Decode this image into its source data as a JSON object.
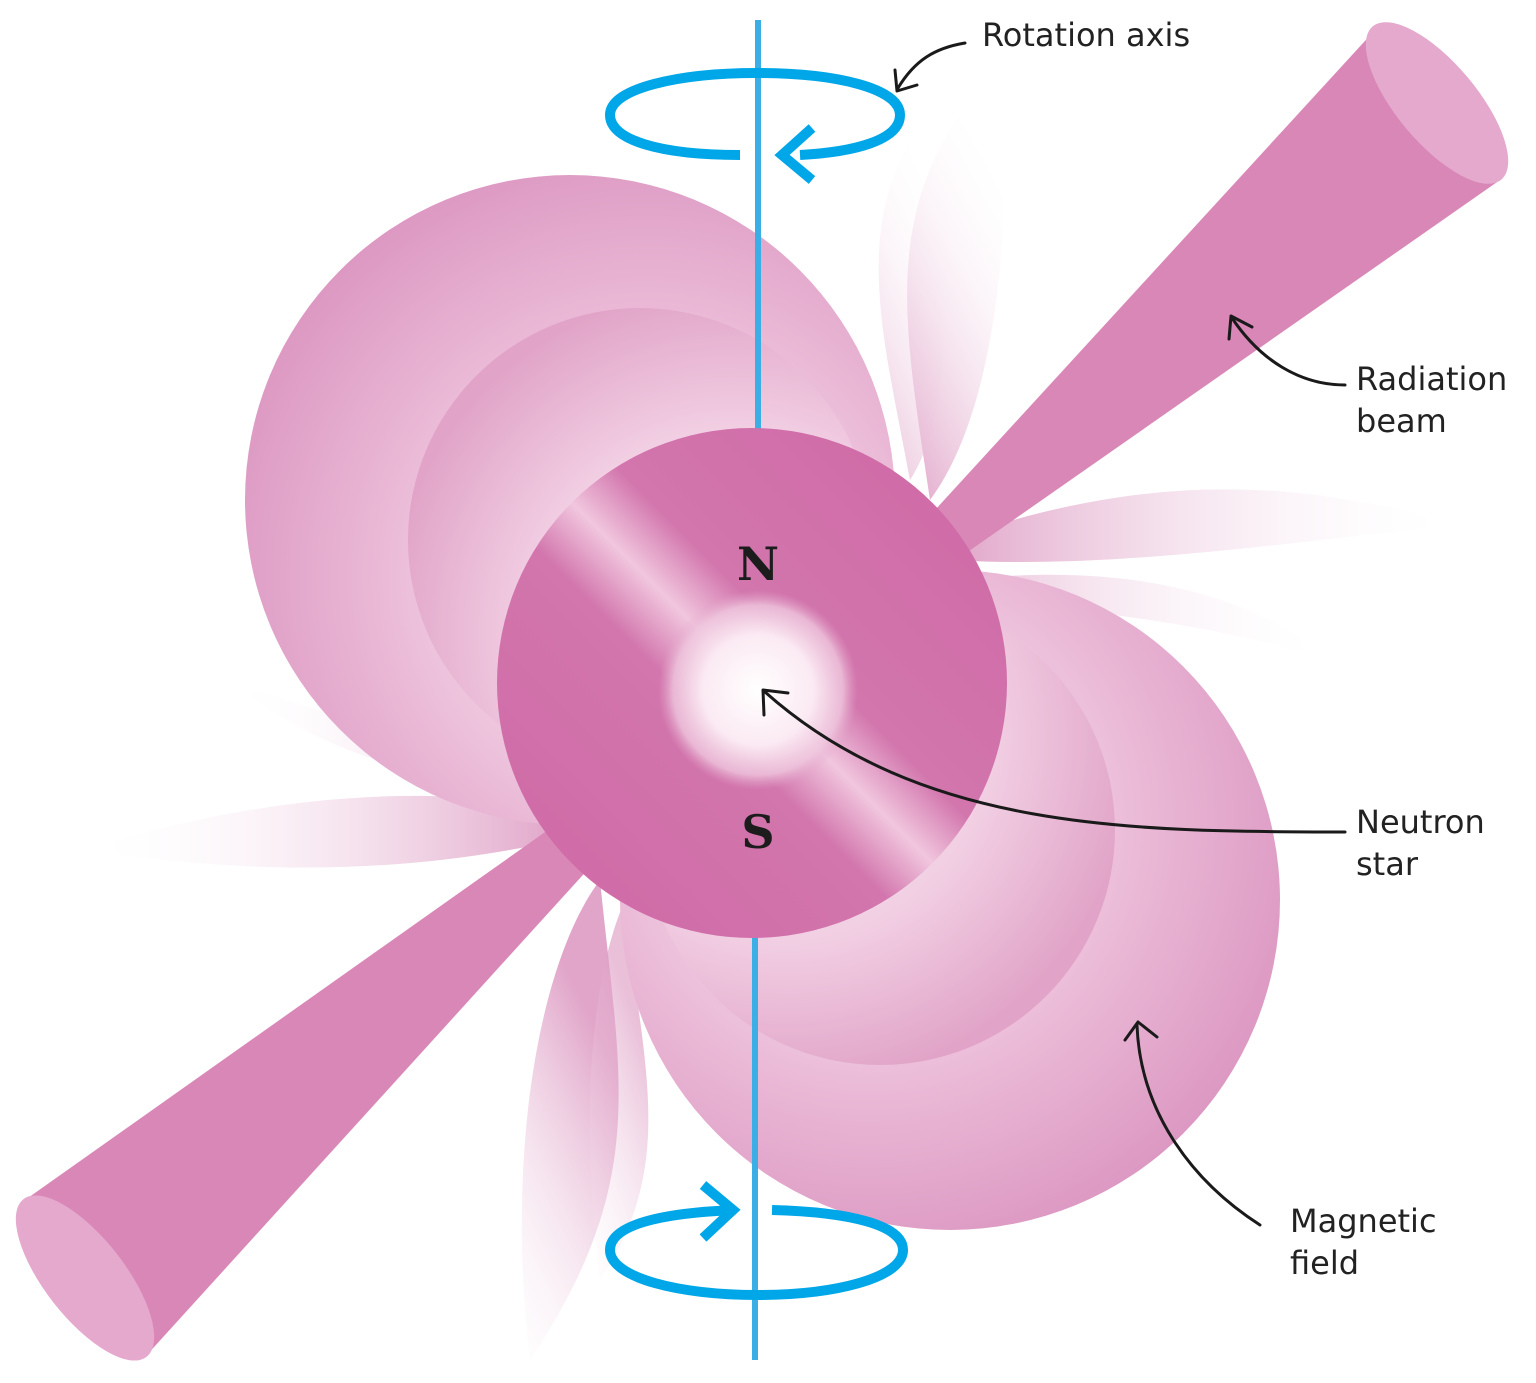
{
  "labels": {
    "rotation_axis": "Rotation axis",
    "radiation_beam": [
      "Radiation",
      "beam"
    ],
    "neutron_star": [
      "Neutron",
      "star"
    ],
    "magnetic_field": [
      "Magnetic",
      "field"
    ]
  },
  "poles": {
    "north": "N",
    "south": "S"
  },
  "colors": {
    "star": "#cf67a5",
    "beam": "#d987b7",
    "beam_cap": "#e4a9cd",
    "field": "#d88ebc",
    "axis": "#3aaee5",
    "rotation_arrow": "#00a7e8",
    "leader": "#1a1a1a"
  }
}
